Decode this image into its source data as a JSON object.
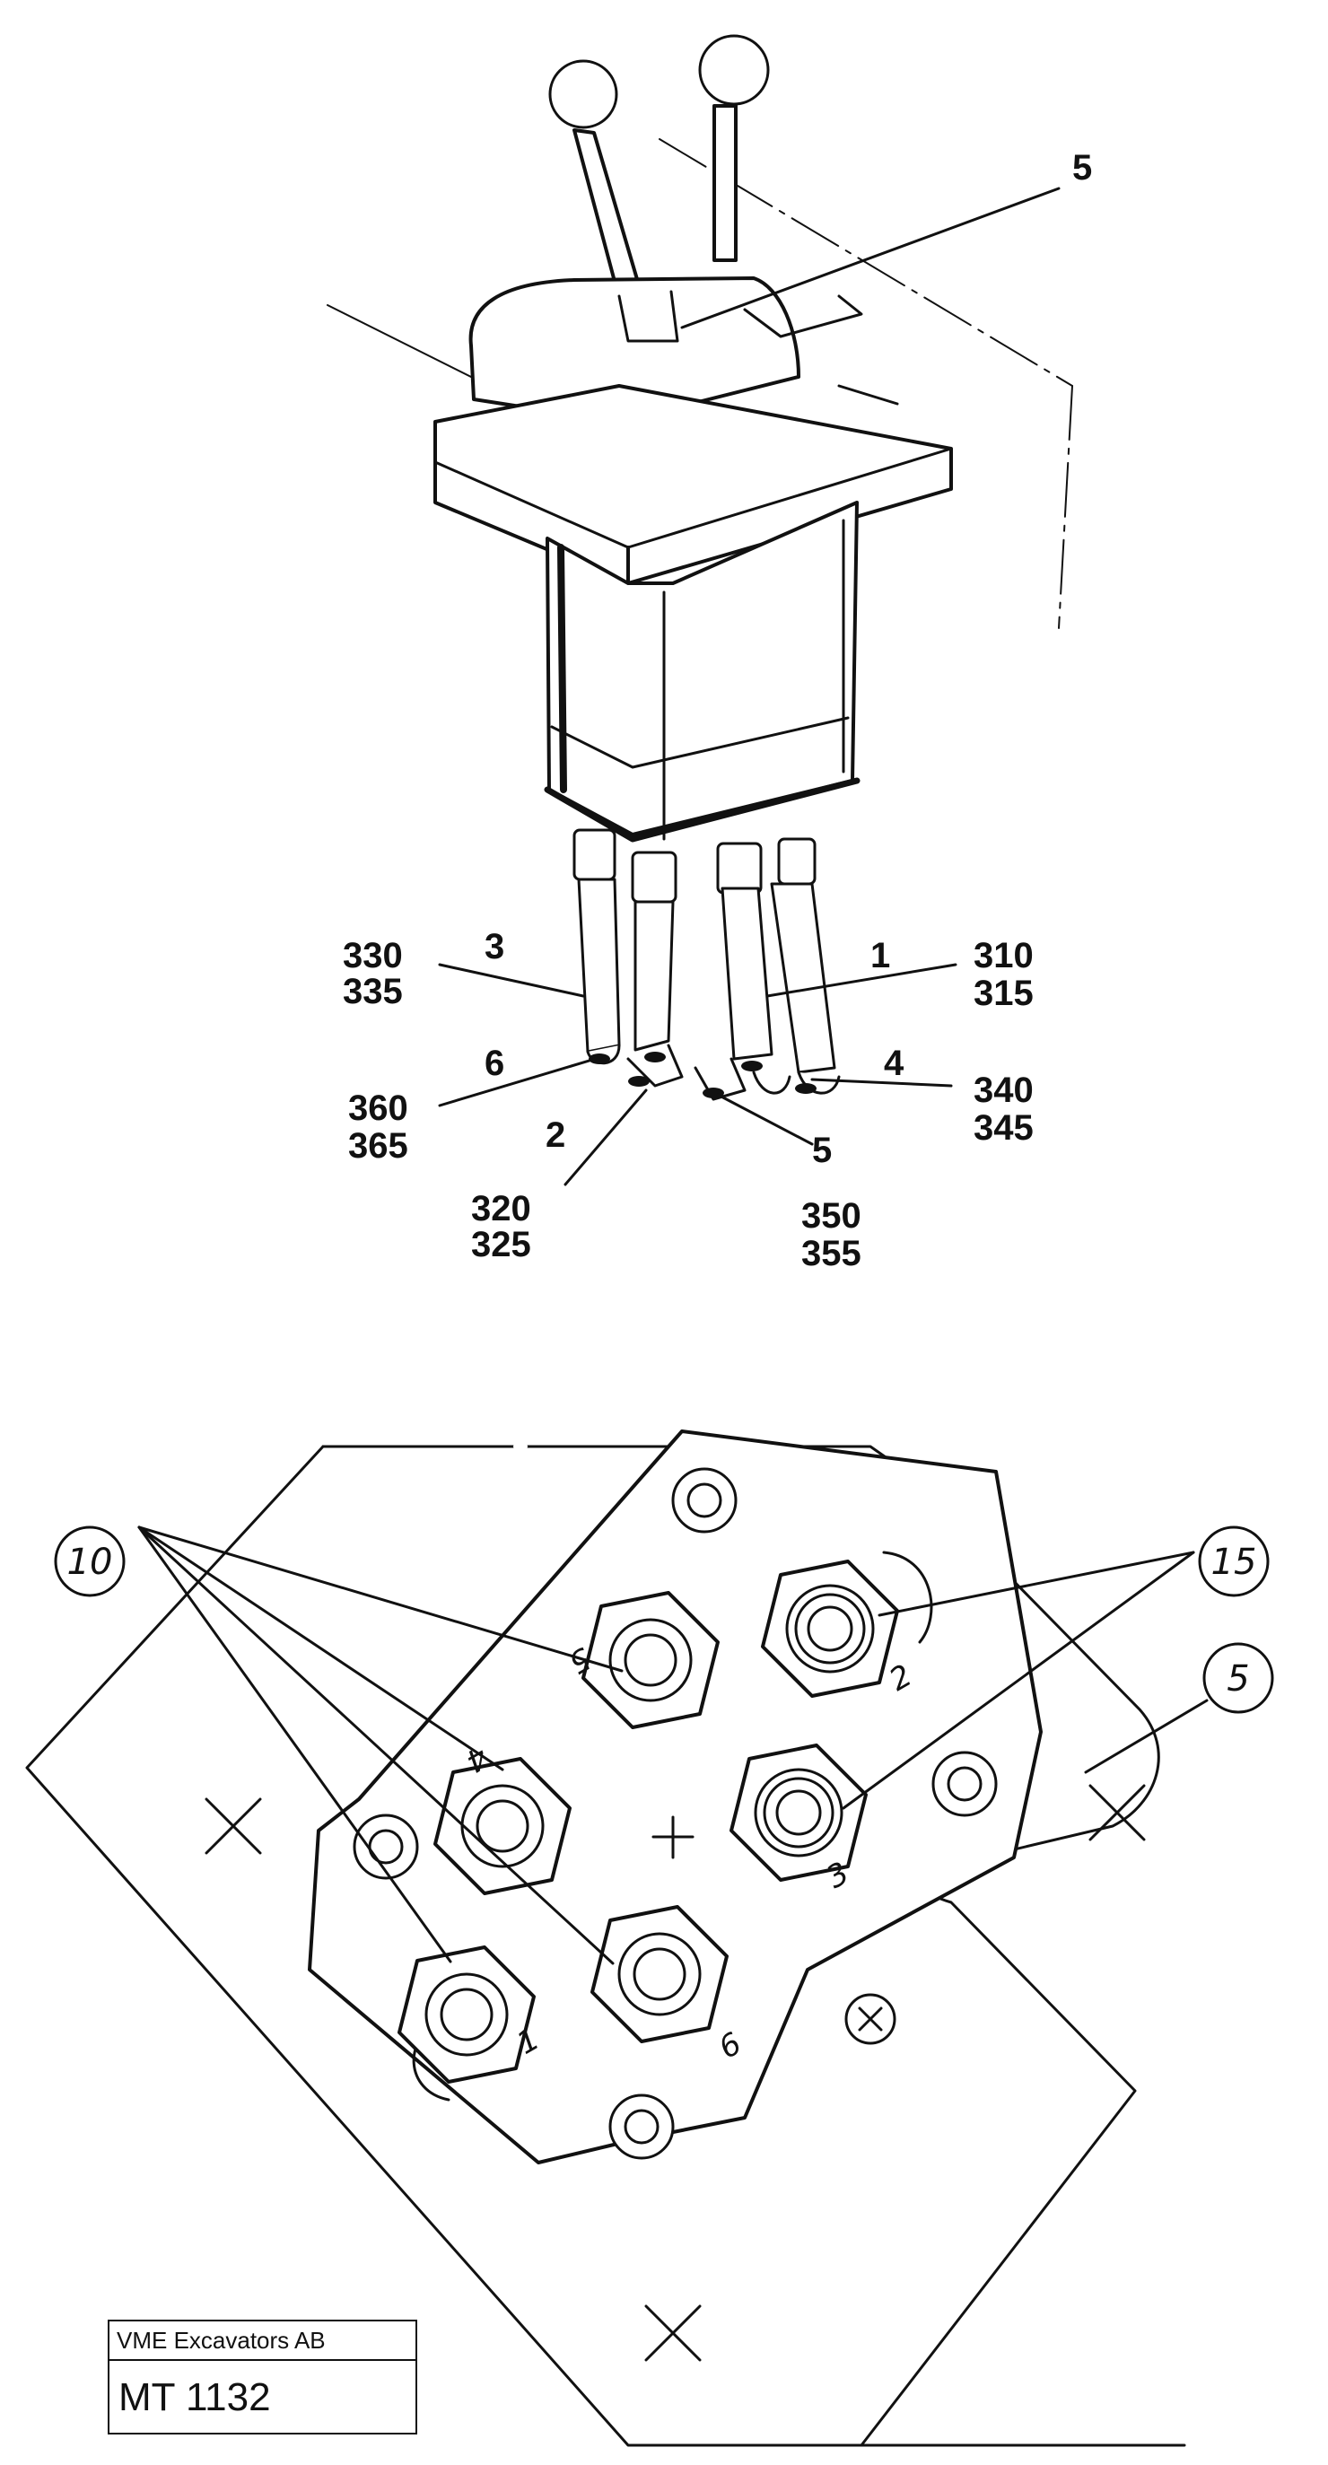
{
  "top_view": {
    "lever_callout": "5",
    "hoses": [
      {
        "num": "3",
        "parts": [
          "330",
          "335"
        ]
      },
      {
        "num": "1",
        "parts": [
          "310",
          "315"
        ]
      },
      {
        "num": "6",
        "parts": [
          "360",
          "365"
        ]
      },
      {
        "num": "4",
        "parts": [
          "340",
          "345"
        ]
      },
      {
        "num": "2",
        "parts": [
          "320",
          "325"
        ]
      },
      {
        "num": "5",
        "parts": [
          "350",
          "355"
        ]
      }
    ]
  },
  "bottom_view": {
    "callouts": {
      "fitting": "10",
      "adapter": "15",
      "plate": "5"
    },
    "port_numbers": [
      "1",
      "2",
      "3",
      "4",
      "5",
      "6"
    ]
  },
  "title_block": {
    "company": "VME Excavators AB",
    "code": "MT 1132"
  }
}
